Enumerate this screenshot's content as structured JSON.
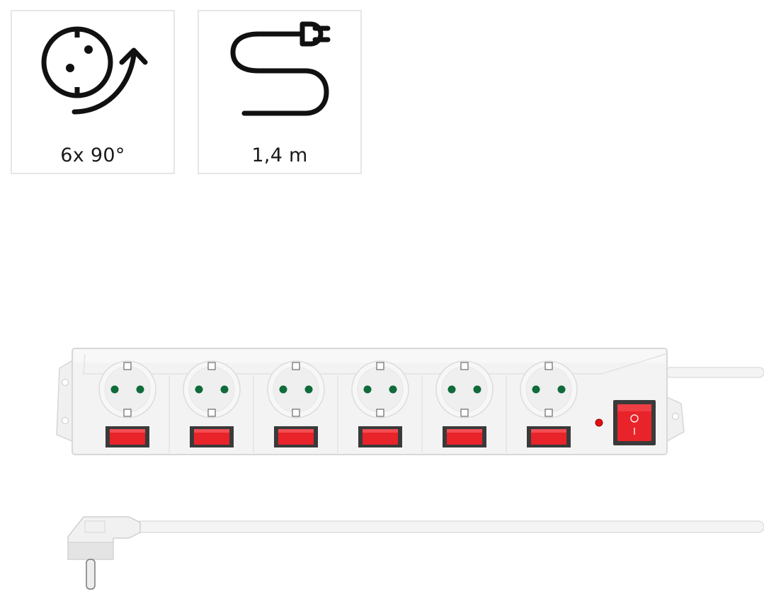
{
  "features": [
    {
      "id": "rotation",
      "label": "6x 90°",
      "icon": "rotating-socket-icon"
    },
    {
      "id": "cable",
      "label": "1,4 m",
      "icon": "cable-plug-icon"
    }
  ],
  "product": {
    "socket_count": 6,
    "colors": {
      "housing": "#f2f2f2",
      "housing_outline": "#dcdcdc",
      "switch_red": "#e8232a",
      "switch_frame": "#3a3a3a",
      "contact_green": "#0f6b3a",
      "led_red": "#e01010"
    }
  }
}
